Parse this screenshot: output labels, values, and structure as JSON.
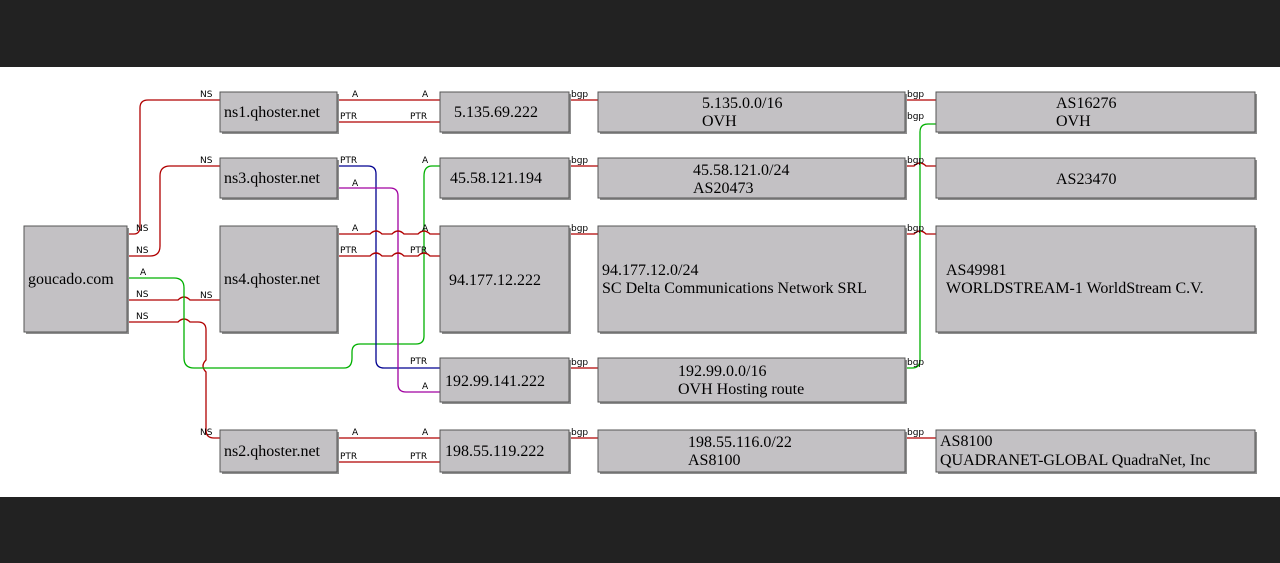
{
  "colors": {
    "frame": "#222222",
    "canvas": "#ffffff",
    "node_fill": "#c3c1c4",
    "ns": "#b00000",
    "a_green": "#00b000",
    "ptr_blue": "#000090",
    "a_magenta": "#a000a0"
  },
  "nodes": {
    "domain": {
      "name": "goucado.com"
    },
    "ns1": {
      "name": "ns1.qhoster.net"
    },
    "ns3": {
      "name": "ns3.qhoster.net"
    },
    "ns4": {
      "name": "ns4.qhoster.net"
    },
    "ns2": {
      "name": "ns2.qhoster.net"
    },
    "ip1": {
      "addr": "5.135.69.222"
    },
    "ip2": {
      "addr": "45.58.121.194"
    },
    "ip3": {
      "addr": "94.177.12.222"
    },
    "ip4": {
      "addr": "192.99.141.222"
    },
    "ip5": {
      "addr": "198.55.119.222"
    },
    "route1": {
      "prefix": "5.135.0.0/16",
      "name": "OVH"
    },
    "route2": {
      "prefix": "45.58.121.0/24",
      "name": "AS20473"
    },
    "route3": {
      "prefix": "94.177.12.0/24",
      "name": "SC Delta Communications Network SRL"
    },
    "route4": {
      "prefix": "192.99.0.0/16",
      "name": "OVH Hosting route"
    },
    "route5": {
      "prefix": "198.55.116.0/22",
      "name": "AS8100"
    },
    "as1": {
      "asn": "AS16276",
      "name": "OVH"
    },
    "as2": {
      "asn": "AS23470"
    },
    "as3": {
      "asn": "AS49981",
      "name": "WORLDSTREAM-1 WorldStream C.V."
    },
    "as5": {
      "asn": "AS8100",
      "name": "QUADRANET-GLOBAL QuadraNet, Inc"
    }
  },
  "edge_labels": {
    "ns": "NS",
    "a": "A",
    "ptr": "PTR",
    "bgp": "bgp"
  }
}
